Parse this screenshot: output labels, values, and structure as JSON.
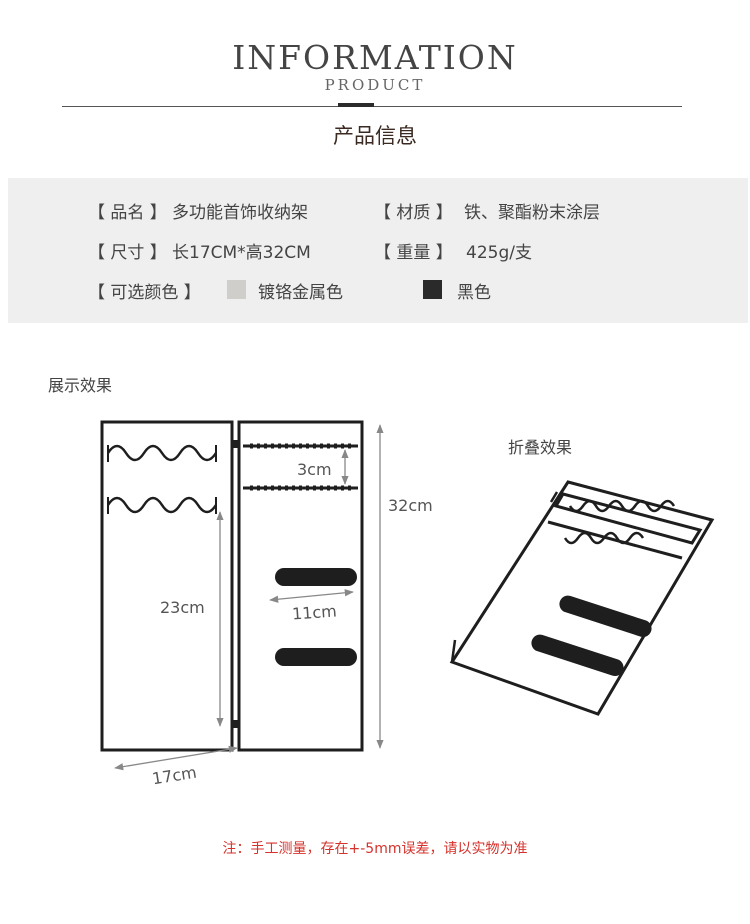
{
  "header": {
    "title_en": "INFORMATION",
    "subtitle_en": "PRODUCT",
    "title_cn": "产品信息"
  },
  "specs": {
    "name_label": "【 品名 】",
    "name_value": "多功能首饰收纳架",
    "material_label": "【 材质 】",
    "material_value": "铁、聚酯粉末涂层",
    "size_label": "【 尺寸 】",
    "size_value": "长17CM*高32CM",
    "weight_label": "【 重量 】",
    "weight_value": "425g/支",
    "colors_label": "【 可选颜色 】",
    "colors": [
      {
        "name": "镀铬金属色",
        "hex": "#cfcecb"
      },
      {
        "name": "黑色",
        "hex": "#2a2a2a"
      }
    ]
  },
  "display": {
    "label": "展示效果",
    "dimensions": {
      "spacing": "3cm",
      "height": "32cm",
      "hook_height": "23cm",
      "bar_length": "11cm",
      "width": "17cm"
    }
  },
  "folded": {
    "label": "折叠效果"
  },
  "note": "注：手工测量，存在+-5mm误差，请以实物为准"
}
